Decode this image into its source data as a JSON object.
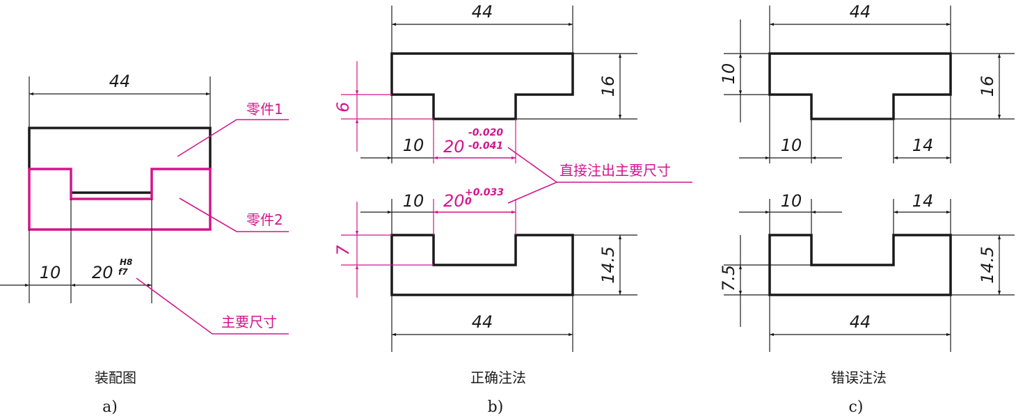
{
  "colors": {
    "ink": "#1a1a1a",
    "accent": "#d4148c"
  },
  "panel_a": {
    "caption": "装配图",
    "letter": "a)",
    "dim_width": "44",
    "dim_left": "10",
    "fit_base": "20",
    "fit_upper": "H8",
    "fit_lower": "f7",
    "label_part1": "零件1",
    "label_part2": "零件2",
    "label_main": "主要尺寸"
  },
  "panel_b": {
    "caption": "正确注法",
    "letter": "b)",
    "top_width": "44",
    "top_height": "16",
    "top_step": "6",
    "top_left": "10",
    "top_slot_base": "20",
    "top_slot_upper": "-0.020",
    "top_slot_lower": "-0.041",
    "callout": "直接注出主要尺寸",
    "bot_left": "10",
    "bot_slot_base": "20",
    "bot_slot_upper": "+0.033",
    "bot_slot_lower": "0",
    "bot_step": "7",
    "bot_height": "14.5",
    "bot_width": "44"
  },
  "panel_c": {
    "caption": "错误注法",
    "letter": "c)",
    "top_width": "44",
    "top_step": "10",
    "top_height": "16",
    "top_left": "10",
    "top_right": "14",
    "bot_left": "10",
    "bot_right": "14",
    "bot_step": "7.5",
    "bot_height": "14.5",
    "bot_width": "44"
  }
}
